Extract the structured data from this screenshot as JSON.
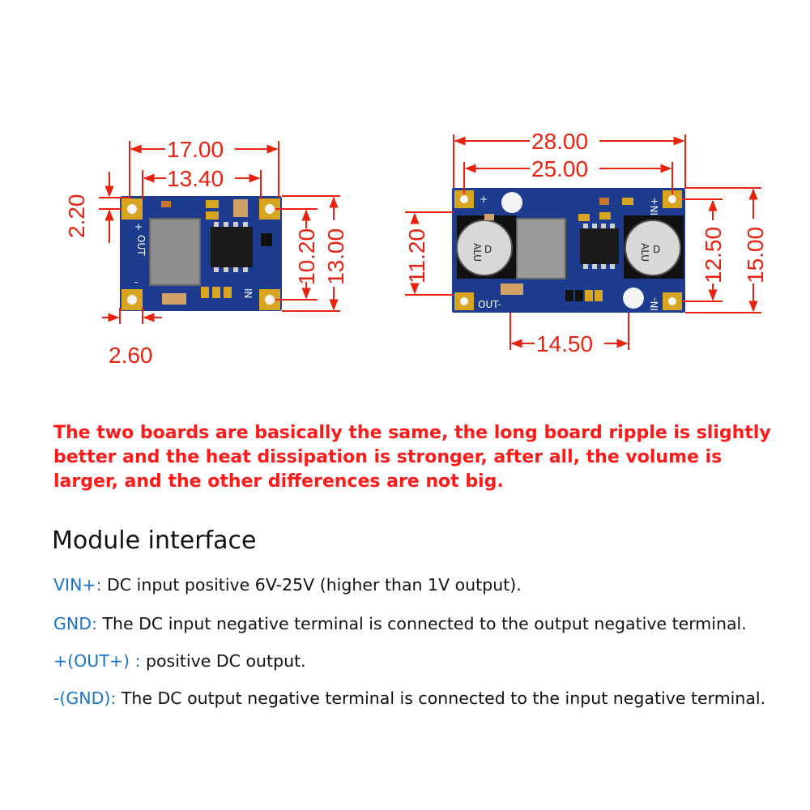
{
  "figure": {
    "small_board": {
      "dimensions": {
        "width_overall": "17.00",
        "width_holes": "13.40",
        "height_overall": "13.00",
        "height_holes": "10.20",
        "hole_offset_vertical": "2.20",
        "hole_offset_horizontal": "2.60"
      },
      "silkscreen": {
        "out_label": "OUT",
        "in_label": "IN",
        "plus": "+",
        "minus": "-"
      }
    },
    "large_board": {
      "dimensions": {
        "width_overall": "28.00",
        "width_holes": "25.00",
        "height_overall": "15.00",
        "height_holes": "12.50",
        "height_left": "11.20",
        "span_bottom": "14.50"
      },
      "silkscreen": {
        "in_plus": "IN+",
        "in_minus": "IN-",
        "out_minus": "OUT-",
        "plus": "+",
        "capacitor_label_1": "ALU",
        "capacitor_label_2": "D"
      }
    },
    "colors": {
      "dimension": "#e8220f",
      "pcb": "#1d3b8f",
      "pad": "#d9a520",
      "inductor": "#9a9a9a",
      "chip": "#1a1a1a"
    }
  },
  "note": "The two boards are basically the same, the long board ripple is slightly better and the heat dissipation is stronger, after all, the volume is larger, and the other differences are not big.",
  "interface": {
    "title": "Module interface",
    "items": [
      {
        "key": "VIN+:",
        "desc": " DC input positive 6V-25V (higher than 1V output)."
      },
      {
        "key": "GND:",
        "desc": " The DC input negative terminal is connected to the output negative terminal."
      },
      {
        "key": "+(OUT+) :",
        "desc": " positive DC output."
      },
      {
        "key": "-(GND):",
        "desc": " The DC output negative terminal is connected to the input negative terminal."
      }
    ]
  }
}
